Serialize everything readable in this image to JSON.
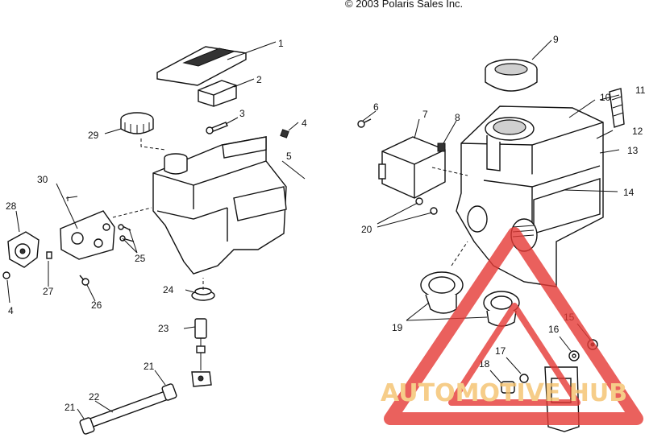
{
  "copyright": "© 2003 Polaris Sales Inc.",
  "callouts": [
    "1",
    "2",
    "3",
    "4",
    "5",
    "6",
    "7",
    "8",
    "9",
    "10",
    "11",
    "12",
    "13",
    "14",
    "15",
    "16",
    "17",
    "18",
    "19",
    "20",
    "21",
    "22",
    "23",
    "24",
    "25",
    "26",
    "27",
    "28",
    "29",
    "30"
  ],
  "watermark": {
    "text": "AUTOMOTIVE HUB",
    "color_text": "#f5c16c",
    "color_mark": "#e53935"
  }
}
